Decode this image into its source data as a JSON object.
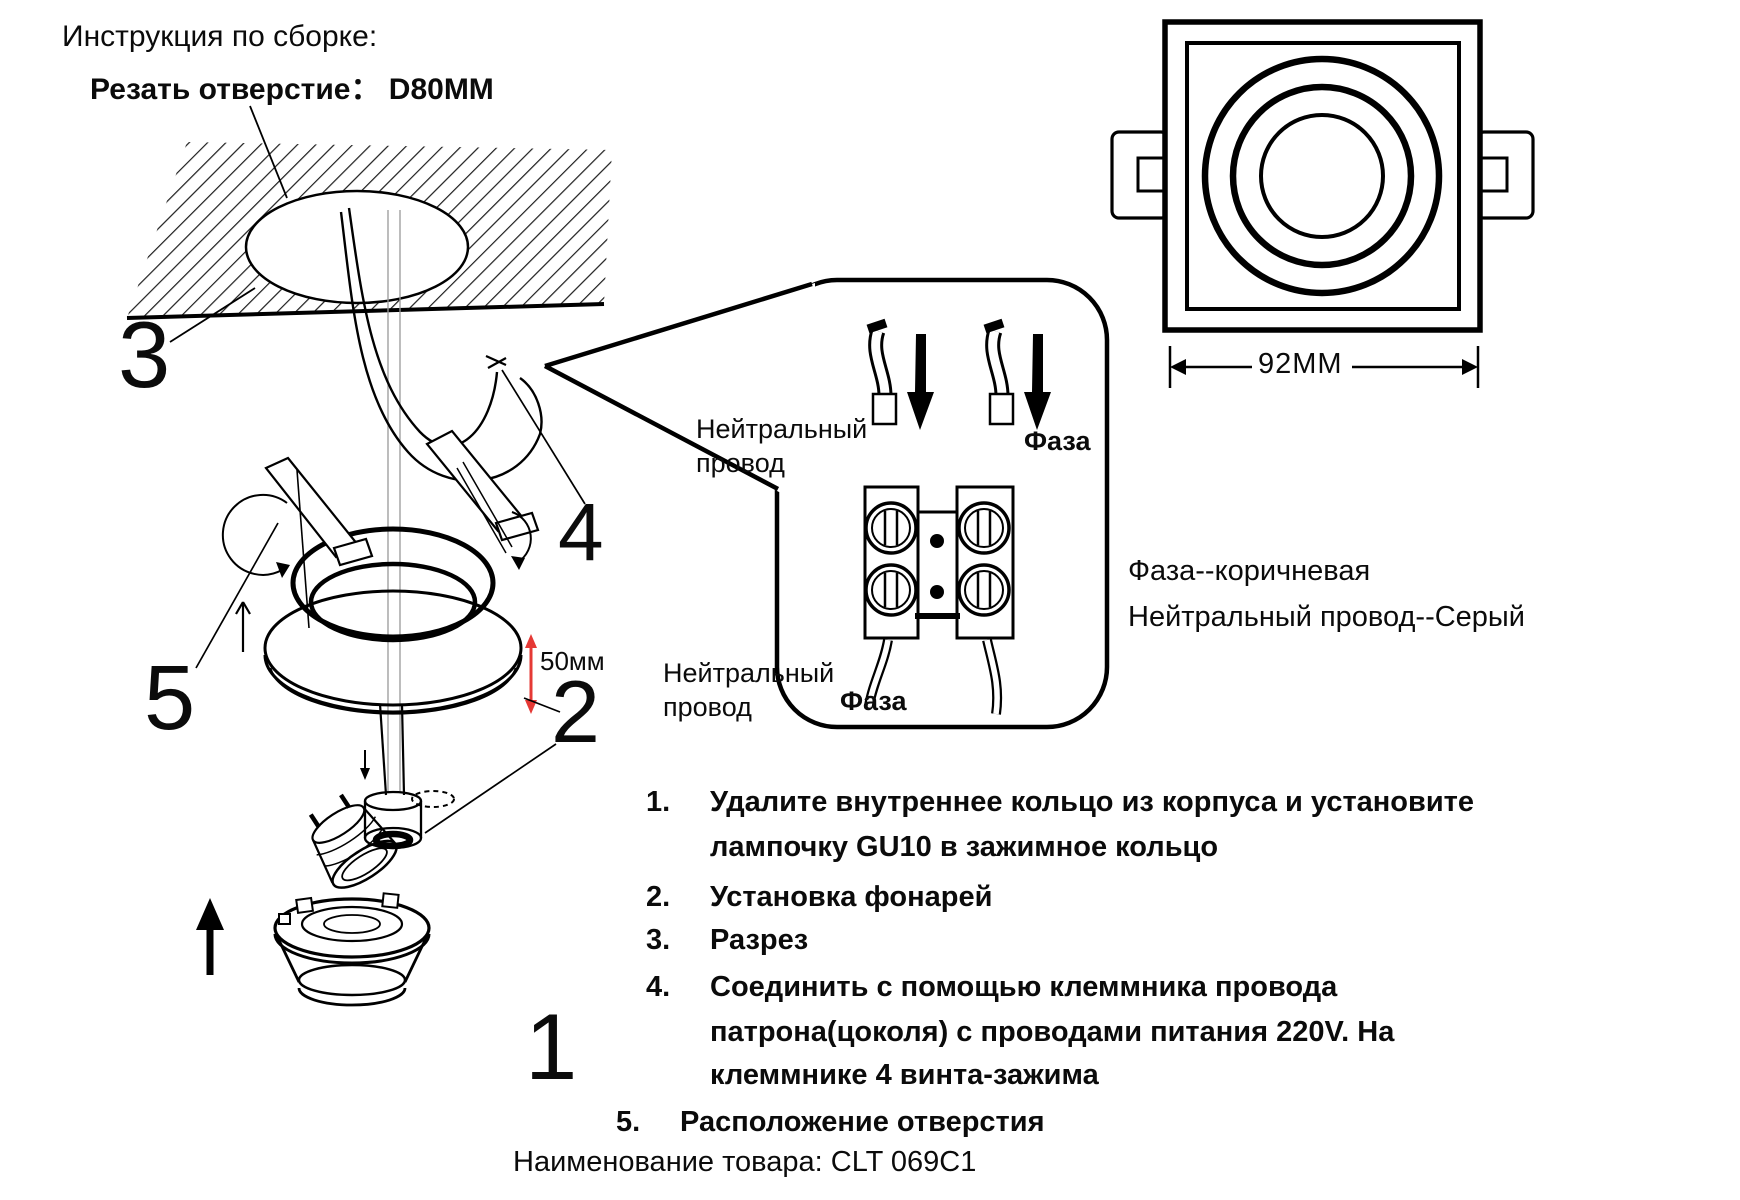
{
  "colors": {
    "ink": "#000000",
    "accent_red": "#e53935",
    "axis_gray": "#999999"
  },
  "header": {
    "title": "Инструкция по сборке:",
    "cut_hole_label": "Резать отверстие： D80MM"
  },
  "diagram": {
    "numbers": [
      "1",
      "2",
      "3",
      "4",
      "5"
    ],
    "dim_50mm": "50мм"
  },
  "bubble": {
    "neutral_top_line1": "Нейтральный",
    "neutral_top_line2": "провод",
    "phase_top": "Фаза",
    "neutral_bottom_line1": "Нейтральный",
    "neutral_bottom_line2": "провод",
    "phase_bottom": "Фаза"
  },
  "wiring_note": {
    "line1": "Фаза--коричневая",
    "line2": "Нейтральный  провод--Серый"
  },
  "fixture_view": {
    "dim_92mm": "92MM"
  },
  "instructions": {
    "rows": [
      {
        "num": "1.",
        "text": "Удалите внутреннее кольцо из корпуса и установите"
      },
      {
        "num": "",
        "text": "лампочку GU10 в зажимное кольцо"
      },
      {
        "num": "2.",
        "text": "Установка фонарей"
      },
      {
        "num": "3.",
        "text": "Разрез"
      },
      {
        "num": "4.",
        "text": "Соединить с помощью клеммника провода"
      },
      {
        "num": "",
        "text": "патрона(цоколя) с проводами питания 220V. На"
      },
      {
        "num": "",
        "text": "клеммнике 4 винта-зажима"
      },
      {
        "num": "5.",
        "text": "Расположение отверстия"
      }
    ]
  },
  "footer": {
    "product_name": "Наименование товара: CLT 069C1"
  }
}
